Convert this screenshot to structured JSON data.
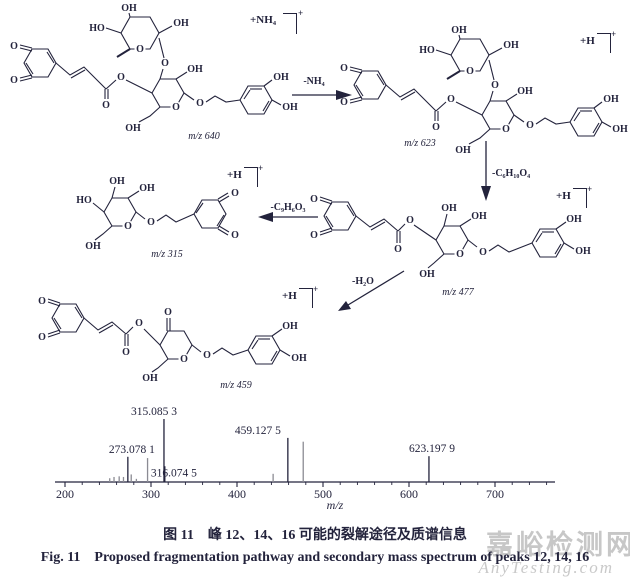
{
  "page": {
    "background": "#ffffff",
    "ink": "#23233c"
  },
  "pathway": {
    "chem": {
      "oh": "OH",
      "ho": "HO",
      "o": "O"
    },
    "structures": [
      {
        "id": "mz640",
        "mz": "m/z 640",
        "adduct": "+NH₄",
        "charge": "+"
      },
      {
        "id": "mz623",
        "mz": "m/z 623",
        "adduct": "+H",
        "charge": "+"
      },
      {
        "id": "mz315",
        "mz": "m/z 315",
        "adduct": "+H",
        "charge": "+"
      },
      {
        "id": "mz477",
        "mz": "m/z 477",
        "adduct": "+H",
        "charge": "+"
      },
      {
        "id": "mz459",
        "mz": "m/z 459",
        "adduct": "+H",
        "charge": "+"
      }
    ],
    "losses": {
      "nh4": "-NH₄",
      "c6h10o4": "-C₆H₁₀O₄",
      "c9h6o3": "-C₉H₆O₃",
      "h2o": "-H₂O"
    }
  },
  "chart_data": {
    "type": "bar",
    "title": "",
    "xlabel": "m/z",
    "ylabel": "",
    "xlim": [
      188,
      772
    ],
    "x_ticks": [
      200,
      300,
      400,
      500,
      600,
      700
    ],
    "x_minor_step": 20,
    "grid": false,
    "colors": {
      "black": "#23233c",
      "gray": "#8b8b93"
    },
    "peaks": [
      {
        "mz": 252,
        "h": 6,
        "c": "gray"
      },
      {
        "mz": 257,
        "h": 8,
        "c": "gray"
      },
      {
        "mz": 263,
        "h": 9,
        "c": "gray"
      },
      {
        "mz": 268,
        "h": 8,
        "c": "gray"
      },
      {
        "mz": 273.0781,
        "h": 40,
        "c": "black",
        "label": "273.078 1",
        "dx": 4
      },
      {
        "mz": 277,
        "h": 12,
        "c": "gray"
      },
      {
        "mz": 283,
        "h": 5,
        "c": "gray"
      },
      {
        "mz": 296,
        "h": 38,
        "c": "gray"
      },
      {
        "mz": 315.0853,
        "h": 100,
        "c": "black",
        "label": "315.085 3",
        "dx": -10
      },
      {
        "mz": 316.0745,
        "h": 25,
        "c": "black",
        "label": "316.074 5",
        "dx": -14,
        "dy": 14,
        "anchor": "start"
      },
      {
        "mz": 442,
        "h": 13,
        "c": "gray"
      },
      {
        "mz": 459.1275,
        "h": 70,
        "c": "black",
        "label": "459.127 5",
        "dx": -30
      },
      {
        "mz": 477,
        "h": 64,
        "c": "gray"
      },
      {
        "mz": 623.1979,
        "h": 41,
        "c": "black",
        "label": "623.197 9",
        "dx": 3
      }
    ]
  },
  "caption": {
    "zh": "图 11　峰 12、14、16 可能的裂解途径及质谱信息",
    "en": "Fig. 11　Proposed fragmentation pathway and secondary mass spectrum of peaks 12, 14, 16"
  },
  "watermark": {
    "zh": "嘉峪检测网",
    "en": "AnyTesting.com"
  }
}
